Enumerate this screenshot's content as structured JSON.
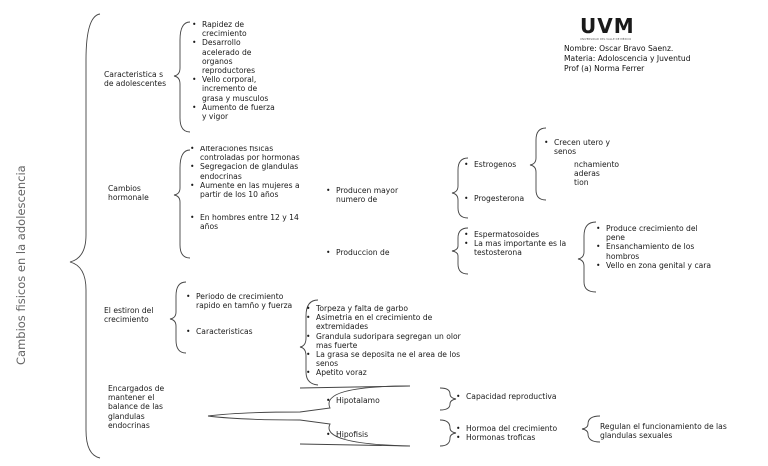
{
  "logo": {
    "brand": "UVM",
    "tagline": "UNIVERSIDAD DEL VALLE DE MÉXICO"
  },
  "info": {
    "line1": "Nombre: Oscar Bravo Saenz.",
    "line2": "Materia: Adoloscencia y Juventud",
    "line3": "Prof (a) Norma Ferrer"
  },
  "title": "Cambios fisicos en la adolescencia",
  "sections": {
    "caracteristicas": {
      "label": "Caracteristica s de adolescentes",
      "items": [
        "Rapidez de crecimiento",
        "Desarrollo acelerado de organos reproductores",
        "Vello corporal, incremento de grasa y musculos",
        "Aumento de fuerza y vigor"
      ]
    },
    "cambios": {
      "label": "Cambios hormonale",
      "items": [
        "Alteraciones fisicas controladas por hormonas",
        "Segregacion de glandulas endocrinas",
        "Aumente en las mujeres a partir de los 10 años",
        "En hombres entre 12 y 14 años"
      ],
      "producen": "Producen mayor numero de",
      "produccion": "Produccion de",
      "estrogenos": "Estrogenos",
      "progesterona": "Progesterona",
      "crecen": "Crecen utero y senos",
      "ensanch_partial": [
        "nchamiento",
        "aderas",
        "tion"
      ],
      "espermatozoides": "Espermatosoides",
      "testosterona": "La mas importante es la testosterona",
      "male_effects": [
        "Produce crecimiento del pene",
        "Ensanchamiento de los hombros",
        "Vello en zona genital y cara"
      ]
    },
    "estiron": {
      "label": "El estiron del crecimiento",
      "items": [
        "Periodo de crecimiento rapido en tamño y fuerza",
        "Caracteristicas"
      ],
      "characteristics": [
        "Torpeza y falta de garbo",
        "Asimetria en el crecimiento de extremidades",
        "Grandula sudoripara segregan un olor mas fuerte",
        "La grasa se deposita ne el area de los senos",
        "Apetito voraz"
      ]
    },
    "encargados": {
      "label": "Encargados de mantener el balance de las glandulas endocrinas",
      "hipotalamo": "Hipotalamo",
      "hipofisis": "Hipofisis",
      "capacidad": "Capacidad reproductiva",
      "hormonas": [
        "Hormoa del crecimiento",
        "Hormonas troficas"
      ],
      "regulan": "Regulan el funcionamiento de las glandulas sexuales"
    }
  }
}
